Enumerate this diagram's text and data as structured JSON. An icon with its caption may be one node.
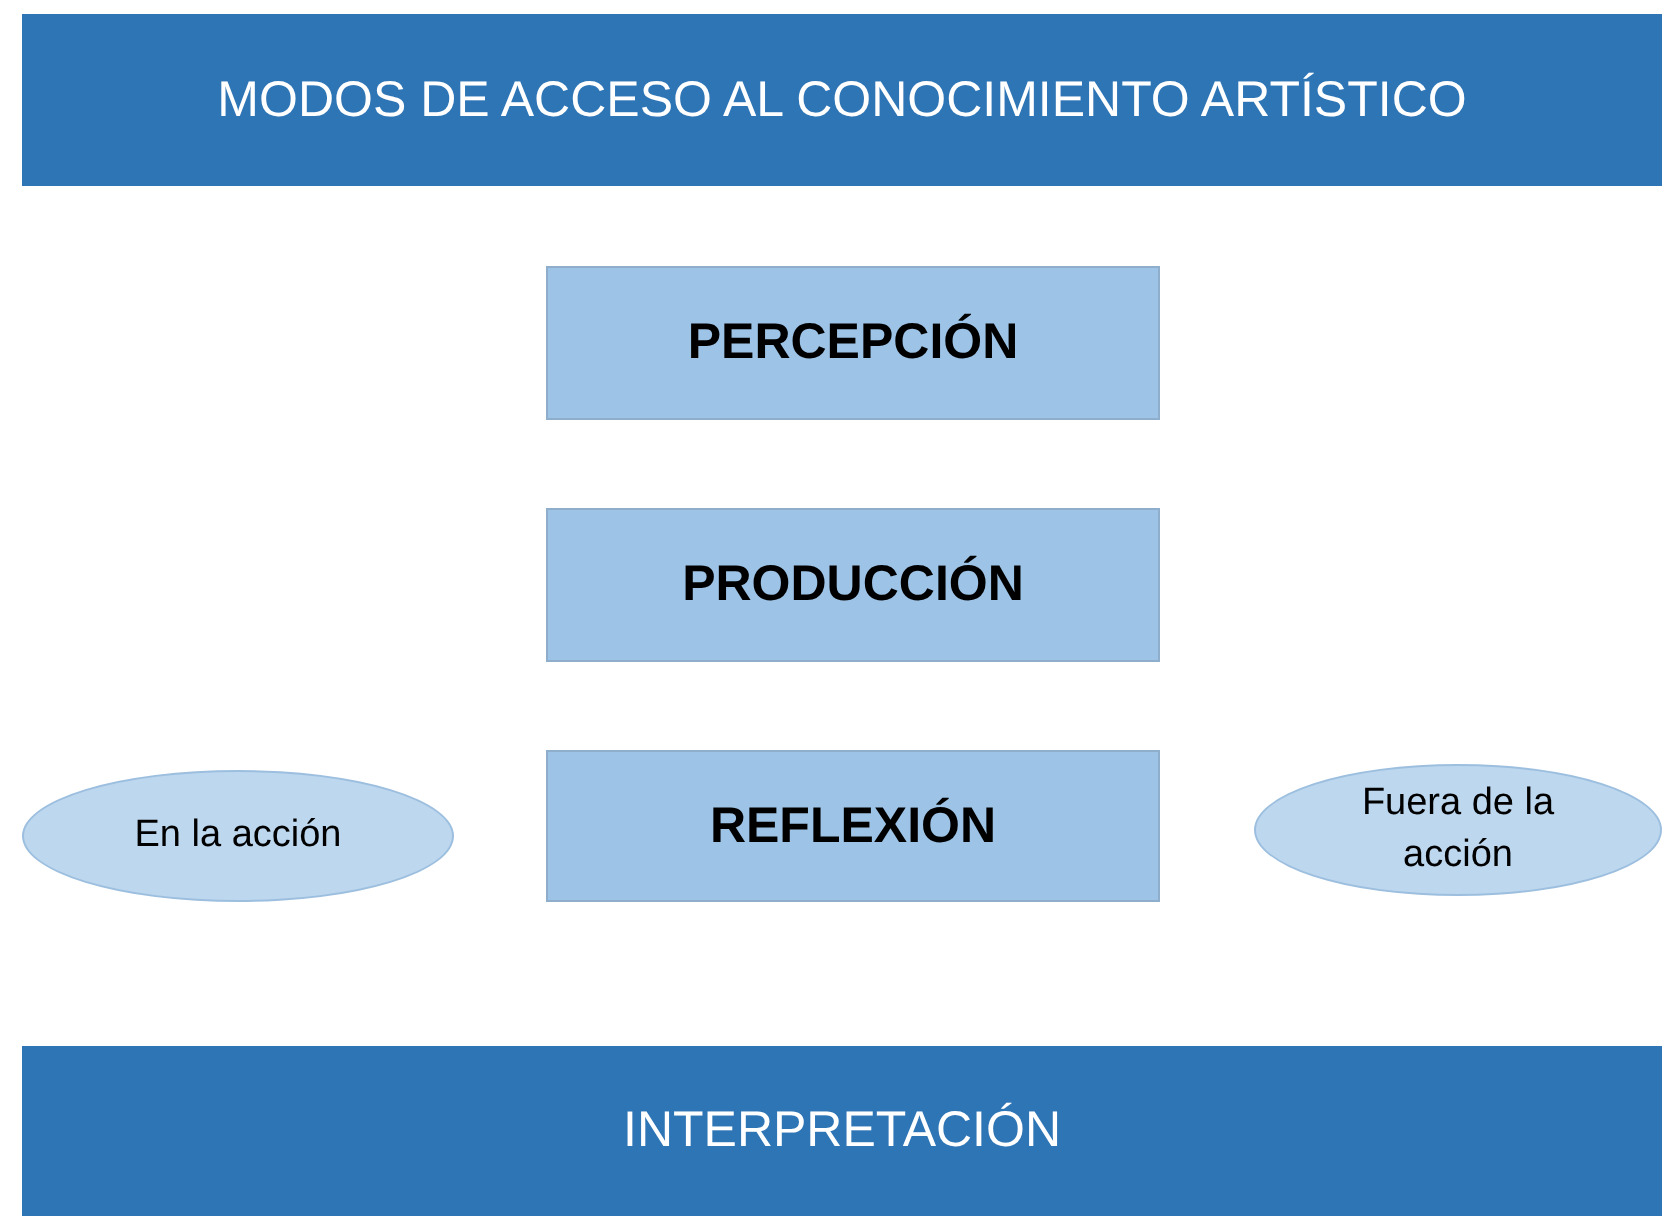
{
  "diagram": {
    "nodes": [
      {
        "text": [
          "MODOS DE ACCESO AL CONOCIMIENTO ARTÍSTICO"
        ]
      },
      {
        "text": [
          "PERCEPCIÓN"
        ]
      },
      {
        "text": [
          "PRODUCCIÓN"
        ]
      },
      {
        "text": [
          "En la acción"
        ]
      },
      {
        "text": [
          "REFLEXIÓN"
        ]
      },
      {
        "text": [
          "Fuera de la acción"
        ]
      },
      {
        "text": [
          "INTERPRETACIÓN"
        ]
      }
    ]
  }
}
